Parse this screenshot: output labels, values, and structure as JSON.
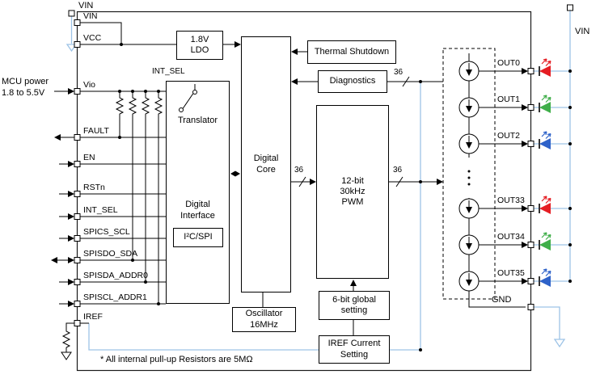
{
  "labels": {
    "vin_left": "VIN",
    "vin_right": "VIN",
    "gnd": "GND",
    "mcu_power": "MCU power\n1.8 to 5.5V",
    "int_sel": "INT_SEL",
    "bus36": "36",
    "footnote": "* All internal pull-up Resistors are 5MΩ"
  },
  "pins": [
    {
      "label": "VIN"
    },
    {
      "label": "VCC"
    },
    {
      "label": "Vio"
    },
    {
      "label": "FAULT"
    },
    {
      "label": "EN"
    },
    {
      "label": "RSTn"
    },
    {
      "label": "INT_SEL"
    },
    {
      "label": "SPICS_SCL"
    },
    {
      "label": "SPISDO_SDA"
    },
    {
      "label": "SPISDA_ADDR0"
    },
    {
      "label": "SPISCL_ADDR1"
    },
    {
      "label": "IREF"
    }
  ],
  "blocks": {
    "ldo": "1.8V\nLDO",
    "translator": "Translator",
    "digital_interface": "Digital\nInterface",
    "i2c_spi": "I²C/SPI",
    "digital_core": "Digital\nCore",
    "thermal_shutdown": "Thermal Shutdown",
    "diagnostics": "Diagnostics",
    "pwm": "12-bit\n30kHz\nPWM",
    "oscillator": "Oscillator\n16MHz",
    "global_setting": "6-bit global\nsetting",
    "iref_setting": "IREF Current\nSetting"
  },
  "outputs": [
    {
      "label": "OUT0",
      "color": "#e51d23"
    },
    {
      "label": "OUT1",
      "color": "#3fae49"
    },
    {
      "label": "OUT2",
      "color": "#2e62c9"
    },
    {
      "label": "OUT33",
      "color": "#e51d23"
    },
    {
      "label": "OUT34",
      "color": "#3fae49"
    },
    {
      "label": "OUT35",
      "color": "#2e62c9"
    }
  ],
  "colors": {
    "net": "#9dc3e6"
  }
}
